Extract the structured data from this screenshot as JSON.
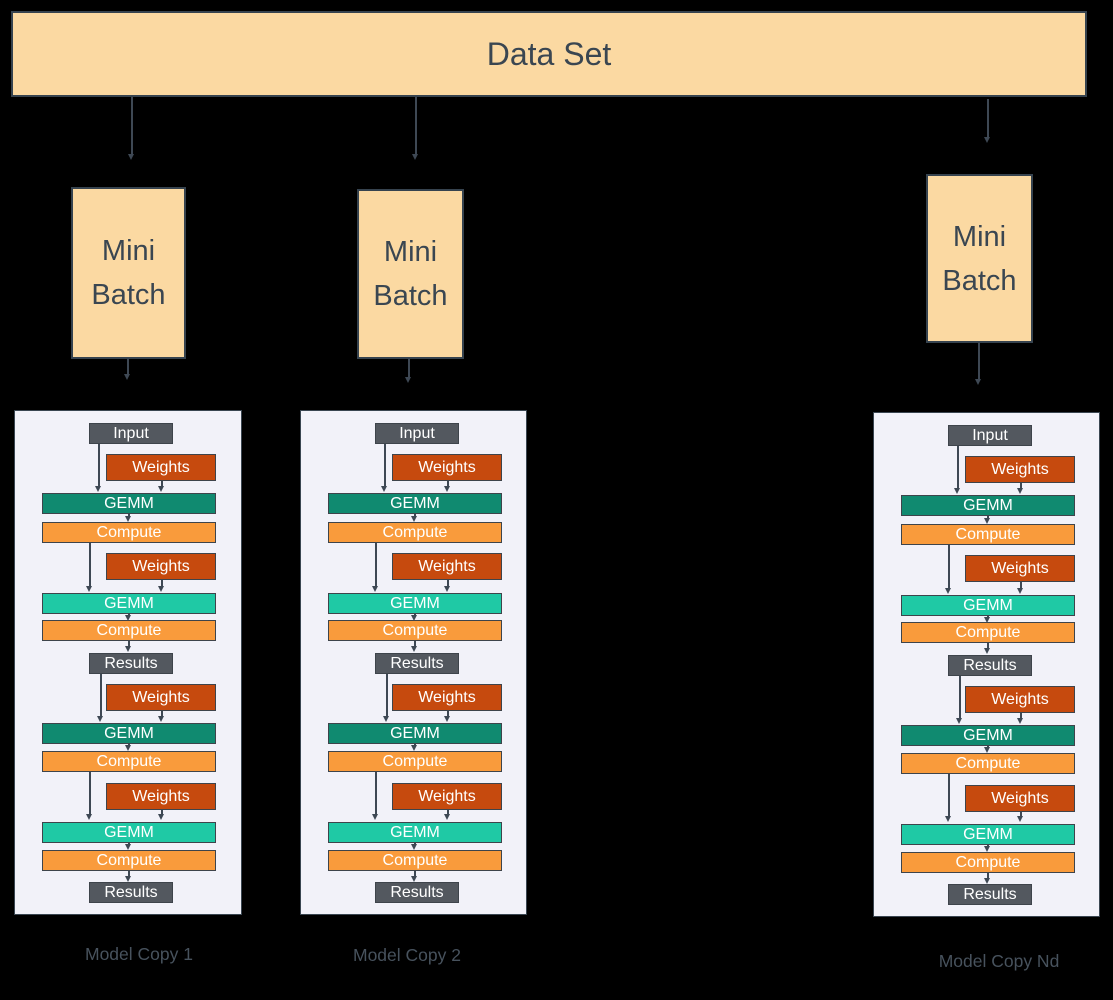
{
  "dataset": {
    "label": "Data Set"
  },
  "mini_batches": [
    {
      "label": "Mini Batch"
    },
    {
      "label": "Mini Batch"
    },
    {
      "label": "Mini Batch"
    }
  ],
  "panels": [
    {
      "caption": "Model Copy 1",
      "sequence": [
        "Input",
        "Weights",
        "GEMM",
        "Compute",
        "Weights",
        "GEMM",
        "Compute",
        "Results",
        "Weights",
        "GEMM",
        "Compute",
        "Weights",
        "GEMM",
        "Compute",
        "Results"
      ]
    },
    {
      "caption": "Model Copy 2",
      "sequence": [
        "Input",
        "Weights",
        "GEMM",
        "Compute",
        "Weights",
        "GEMM",
        "Compute",
        "Results",
        "Weights",
        "GEMM",
        "Compute",
        "Weights",
        "GEMM",
        "Compute",
        "Results"
      ]
    },
    {
      "caption": "Model Copy Nd",
      "sequence": [
        "Input",
        "Weights",
        "GEMM",
        "Compute",
        "Weights",
        "GEMM",
        "Compute",
        "Results",
        "Weights",
        "GEMM",
        "Compute",
        "Weights",
        "GEMM",
        "Compute",
        "Results"
      ]
    }
  ],
  "colors": {
    "background": "#000000",
    "batch_fill": "#FBD9A2",
    "panel_fill": "#F2F2F9",
    "input_results_fill": "#53585F",
    "weights_fill": "#C64A0E",
    "compute_fill": "#F99B3C",
    "gemm_dark_fill": "#108A70",
    "gemm_light_fill": "#1FC9A5",
    "dark_text": "#3A4651",
    "caption_text": "#47525D",
    "arrow": "#3E4854"
  }
}
